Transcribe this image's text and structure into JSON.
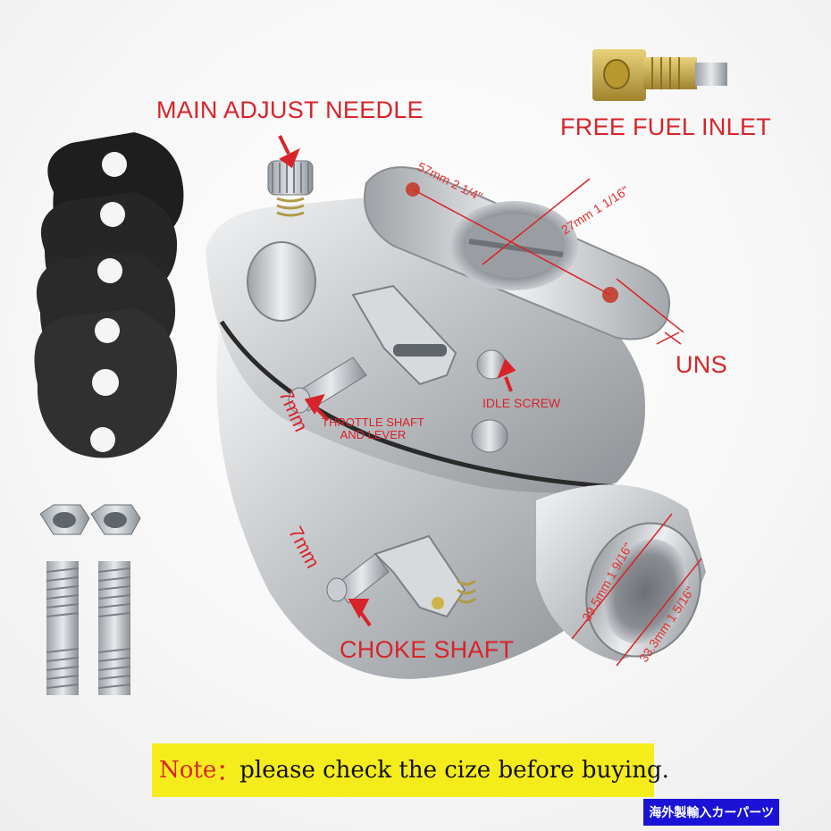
{
  "labels": {
    "main_adjust_needle": "MAIN ADJUST NEEDLE",
    "free_fuel_inlet": "FREE FUEL INLET",
    "uns": "UNS",
    "idle_screw": "IDLE SCREW",
    "throttle_line1": "THROTTLE SHAFT",
    "throttle_line2": "AND LEVER",
    "choke_shaft": "CHOKE SHAFT"
  },
  "dimensions": {
    "bolt_spacing": "57mm 2  1/4\"",
    "bore_top": "27mm 1  1/16\"",
    "throttle_shaft": "7mm",
    "choke_shaft": "7mm",
    "inlet_outer": "39.5mm 1 9/16\"",
    "inlet_inner": "33.3mm 1 5/16\""
  },
  "note": {
    "prefix": "Note",
    "separator": "：",
    "text": "please check the cize before buying."
  },
  "watermark": "海外製輸入カーパーツ",
  "colors": {
    "label_red": "#d8232a",
    "note_yellow": "#f5ec1c",
    "watermark_blue": "#1a13d6",
    "metal": "#c9cccf",
    "gasket": "#222222"
  }
}
